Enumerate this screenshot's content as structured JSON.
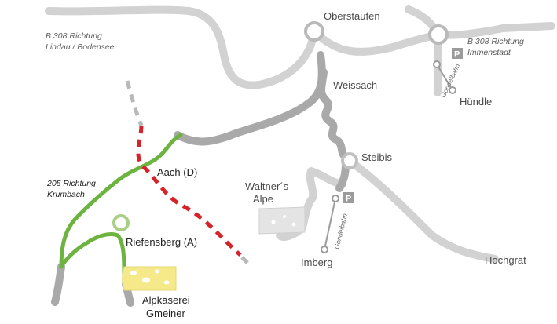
{
  "map": {
    "colors": {
      "road_light": "#d2d2d2",
      "road_mid": "#a9a9a9",
      "route": "#6db33f",
      "border": "#d6232a",
      "border_gray": "#b9b9b9",
      "cheese": "#f5e98a",
      "alpe": "#e4e4e4",
      "parking": "#9b9b9b"
    },
    "labels": {
      "b308_lindau": [
        "B 308 Richtung",
        "Lindau / Bodensee"
      ],
      "b308_immenstadt": [
        "B 308 Richtung",
        "Immenstadt"
      ],
      "oberstaufen": "Oberstaufen",
      "weissach": "Weissach",
      "huendle": "Hündle",
      "steibis": "Steibis",
      "aach": "Aach (D)",
      "walter_alpe": [
        "Waltner´s",
        "Alpe"
      ],
      "riefensberg": "Riefensberg (A)",
      "imberg": "Imberg",
      "hochgrat": "Hochgrat",
      "route_205": [
        "205 Richtung",
        "Krumbach"
      ],
      "gondelbahn_1": "Gondelbahn",
      "gondelbahn_2": "Gondelbahn",
      "kaeserei": [
        "Alpkäserei",
        "Gmeiner"
      ],
      "parking_1": "P",
      "parking_2": "P"
    },
    "icons": {
      "parking": "parking-sign-icon",
      "town": "town-ring-icon",
      "cheese": "cheese-icon",
      "gondola": "gondola-line-icon"
    }
  }
}
